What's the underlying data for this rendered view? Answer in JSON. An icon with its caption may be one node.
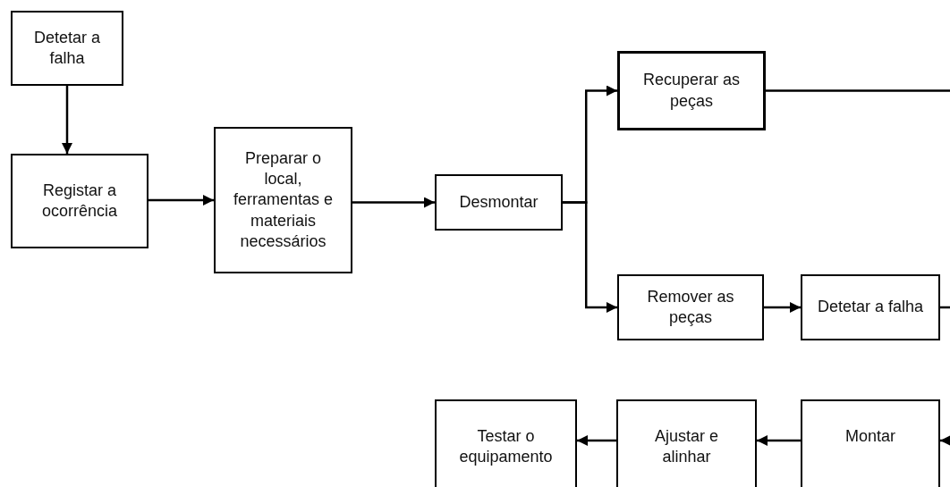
{
  "diagram": {
    "nodes": [
      {
        "text": [
          "Detetar a falha"
        ]
      },
      {
        "text": [
          "Registar a ocorrência"
        ]
      },
      {
        "text": [
          "Preparar o local, ferramentas e materiais necessários"
        ]
      },
      {
        "text": [
          "Desmontar"
        ]
      },
      {
        "text": [
          "Recuperar as peças"
        ]
      },
      {
        "text": [
          "Remover as peças"
        ]
      },
      {
        "text": [
          "Detetar a falha"
        ]
      },
      {
        "text": [
          "Testar o equipamento"
        ]
      },
      {
        "text": [
          "Ajustar e alinhar"
        ]
      },
      {
        "text": [
          "Montar"
        ]
      }
    ],
    "edges": [
      {
        "from": 0,
        "to": 1,
        "arrow": "to"
      },
      {
        "from": 1,
        "to": 2,
        "arrow": "to"
      },
      {
        "from": 2,
        "to": 3,
        "arrow": "to"
      },
      {
        "from": 3,
        "to": 4,
        "arrow": "to"
      },
      {
        "from": 3,
        "to": 5,
        "arrow": "to"
      },
      {
        "from": 4,
        "to": null,
        "arrow": "none"
      },
      {
        "from": 5,
        "to": 6,
        "arrow": "to"
      },
      {
        "from": 6,
        "to": null,
        "arrow": "none"
      },
      {
        "from": null,
        "to": 9,
        "arrow": "to"
      },
      {
        "from": 9,
        "to": 8,
        "arrow": "to"
      },
      {
        "from": 8,
        "to": 7,
        "arrow": "to"
      }
    ]
  }
}
